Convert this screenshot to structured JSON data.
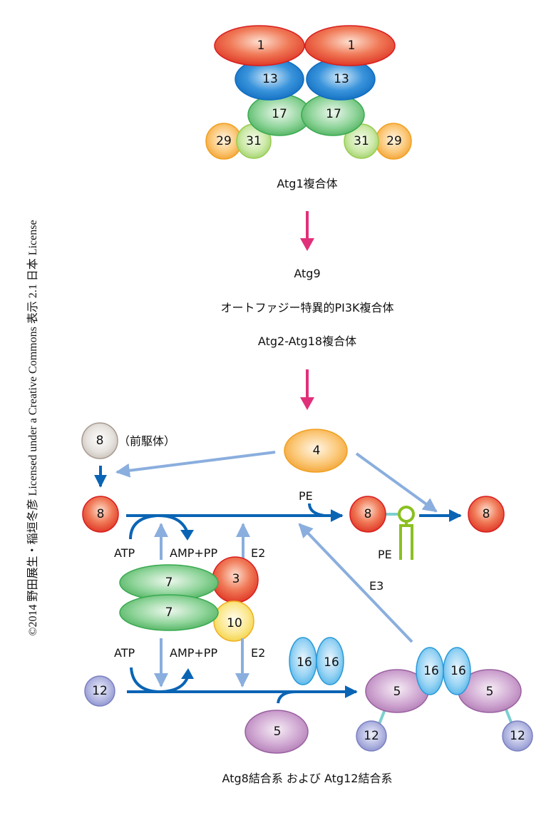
{
  "copyright": "©2014 野田展生・稲垣冬彦 Licensed under a Creative Commons 表示 2.1 日本 License",
  "colors": {
    "red": "#e8452f",
    "blue": "#1a7fcc",
    "green": "#5cbf6a",
    "lightgreen": "#a8d86a",
    "orange": "#f5a72a",
    "yellow": "#f7d84a",
    "purple": "#b47ab8",
    "lavender": "#8a8fcc",
    "cyan": "#58b8e8",
    "gray": "#b8b0a8",
    "pink_arrow": "#e0307a",
    "dark_arrow": "#0a64b4",
    "light_arrow": "#8aaede",
    "pe_green": "#8ac020",
    "linker": "#7ccfd0"
  },
  "atg1_complex": {
    "label": "Atg1複合体",
    "proteins": [
      {
        "id": "1",
        "count": 2
      },
      {
        "id": "13",
        "count": 2
      },
      {
        "id": "17",
        "count": 2
      },
      {
        "id": "31",
        "count": 2
      },
      {
        "id": "29",
        "count": 2
      }
    ],
    "p1": "1",
    "p13": "13",
    "p17": "17",
    "p31": "31",
    "p29": "29"
  },
  "middle_steps": {
    "line1": "Atg9",
    "line2": "オートファジー特異的PI3K複合体",
    "line3": "Atg2-Atg18複合体"
  },
  "conjugation": {
    "caption": "Atg8結合系 および Atg12結合系",
    "precursor_label": "（前駆体）",
    "p8": "8",
    "p4": "4",
    "p7": "7",
    "p3": "3",
    "p10": "10",
    "p12": "12",
    "p5": "5",
    "p16": "16",
    "atp": "ATP",
    "amp_pp": "AMP+PP",
    "e2": "E2",
    "e3": "E3",
    "pe": "PE"
  }
}
